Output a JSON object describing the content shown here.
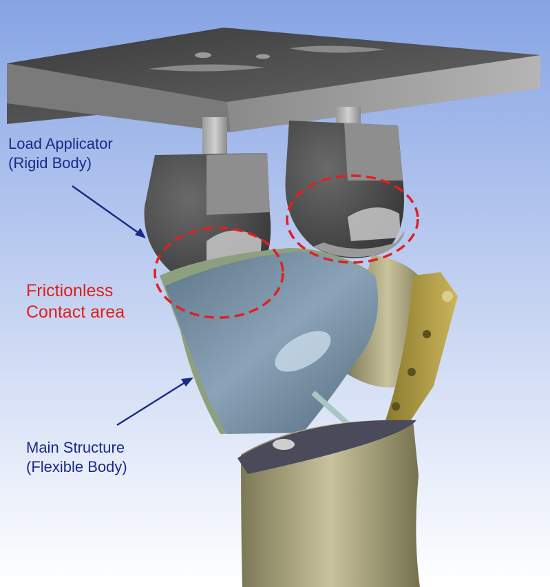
{
  "colors": {
    "background_top": "#8aa8e6",
    "background_bottom": "#ffffff",
    "annotation_blue": "#1a2a8a",
    "annotation_red": "#e01e1e",
    "dashed_circle_red": "#e02020",
    "applicator_gray": "#5a5a5a",
    "flexible_body_blue": "#7b93a8",
    "prosthesis_olive": "#b7b28a"
  },
  "annotations": {
    "load_applicator": {
      "line1": "Load Applicator",
      "line2": "(Rigid Body)"
    },
    "contact_area": {
      "line1": "Frictionless",
      "line2": "Contact area"
    },
    "main_structure": {
      "line1": "Main Structure",
      "line2": "(Flexible Body)"
    }
  }
}
